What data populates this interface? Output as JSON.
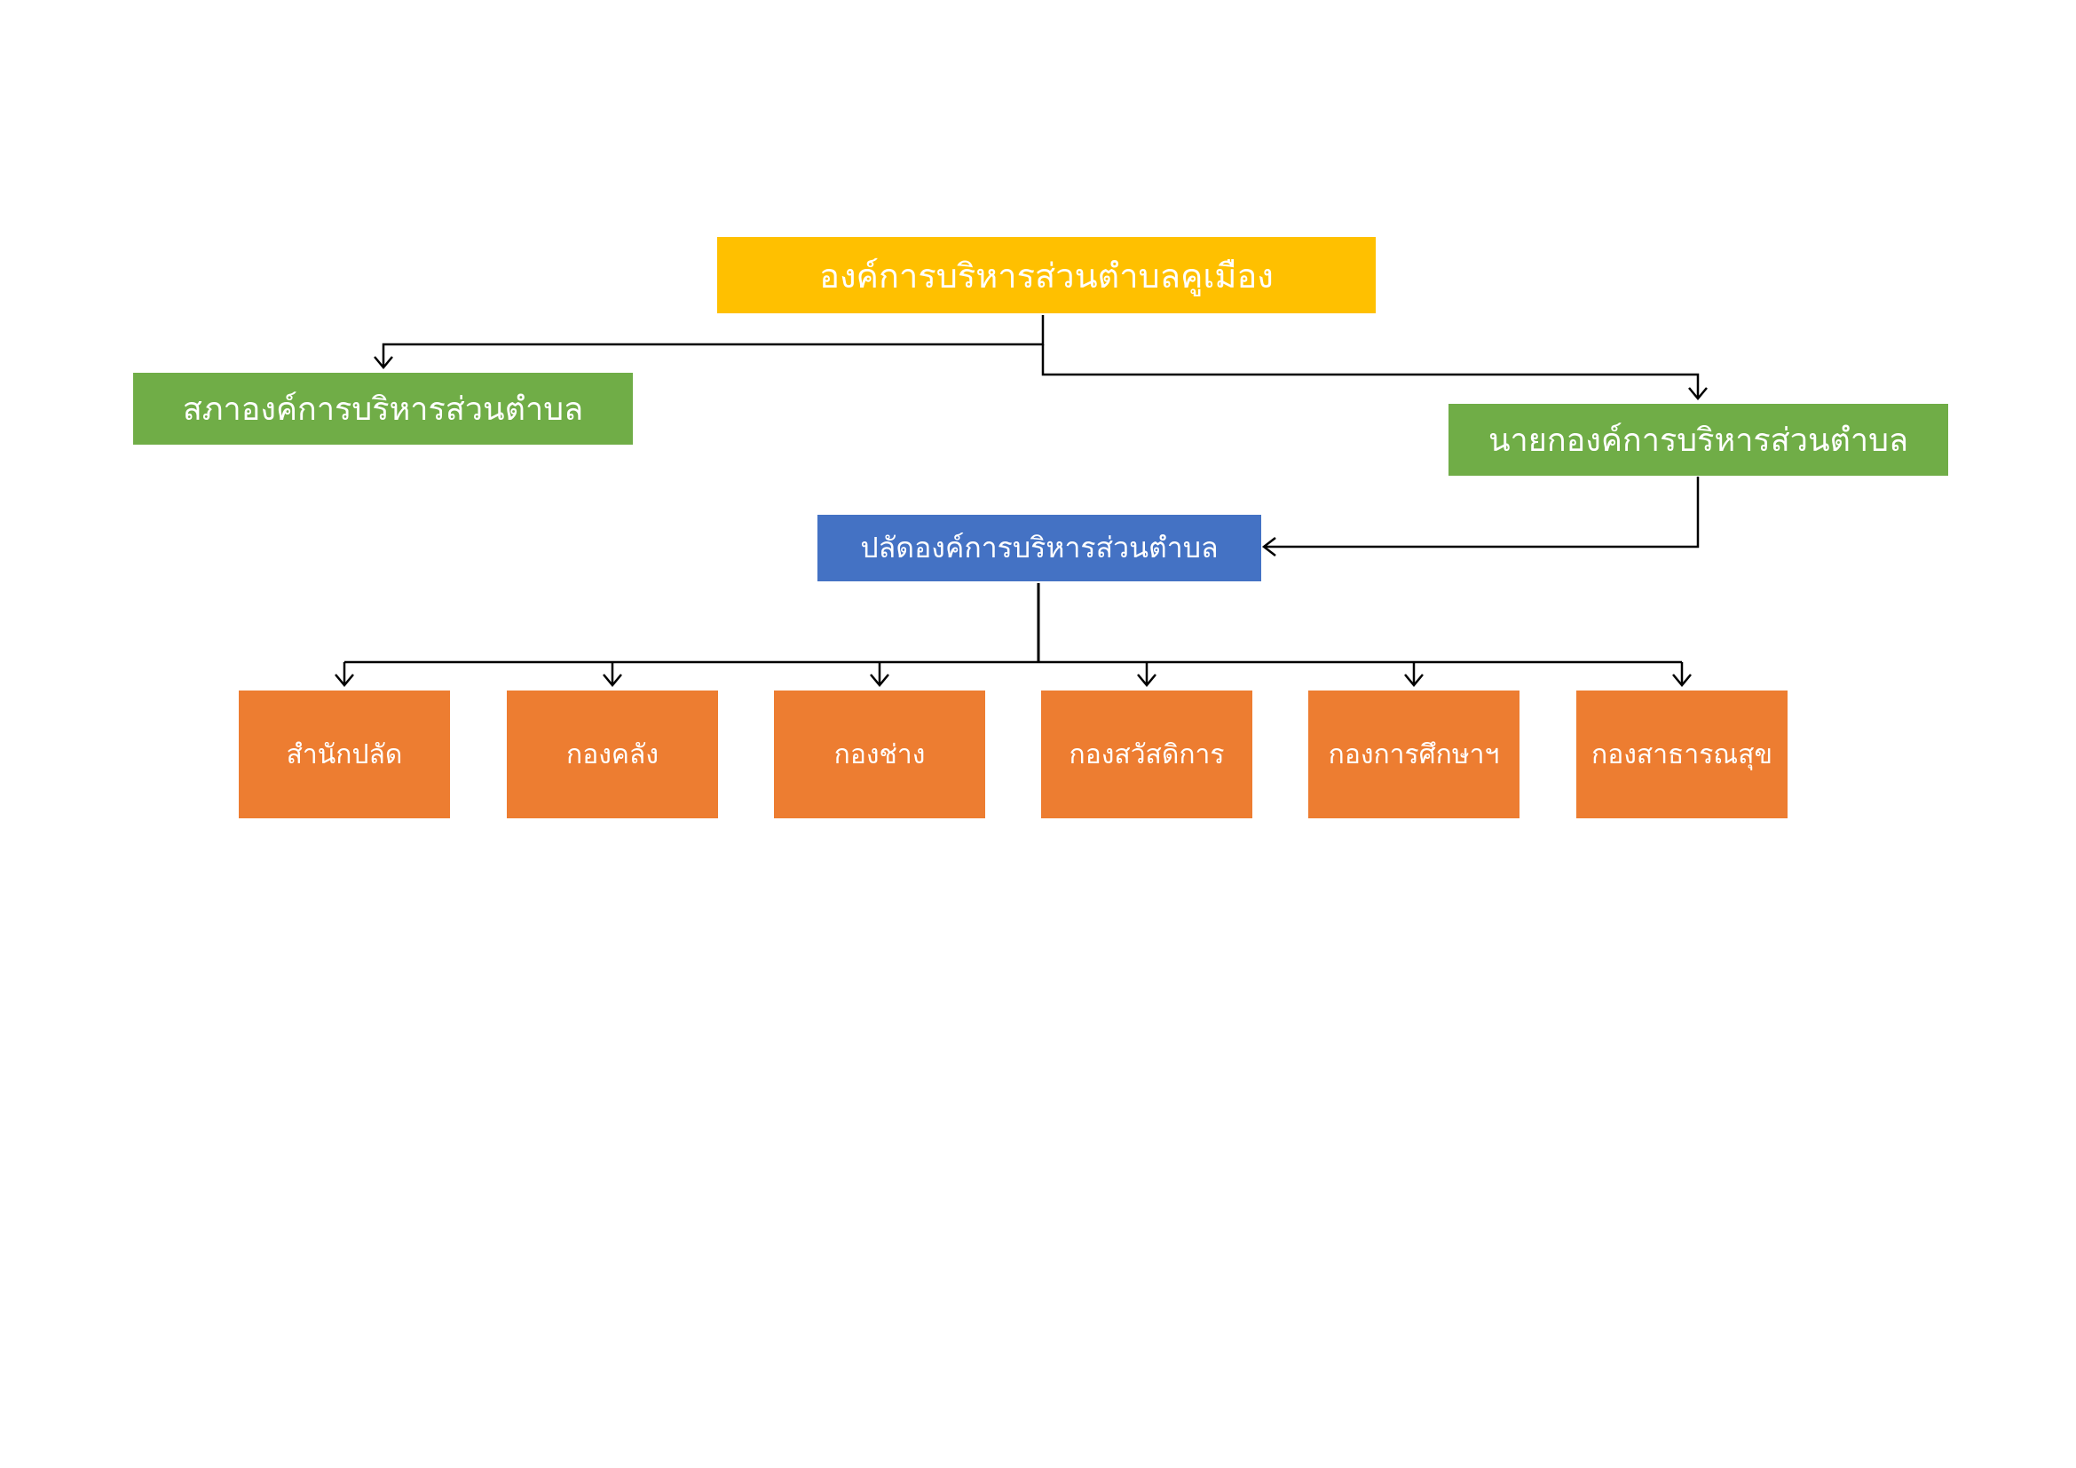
{
  "org": {
    "top": "องค์การบริหารส่วนตำบลคูเมือง",
    "council": "สภาองค์การบริหารส่วนตำบล",
    "mayor": "นายกองค์การบริหารส่วนตำบล",
    "clerk": "ปลัดองค์การบริหารส่วนตำบล",
    "departments": [
      "สำนักปลัด",
      "กองคลัง",
      "กองช่าง",
      "กองสวัสดิการ",
      "กองการศึกษาฯ",
      "กองสาธารณสุข"
    ]
  },
  "colors": {
    "top": "#ffc000",
    "second_level": "#70ad47",
    "clerk": "#4472c4",
    "departments": "#ed7d31"
  }
}
